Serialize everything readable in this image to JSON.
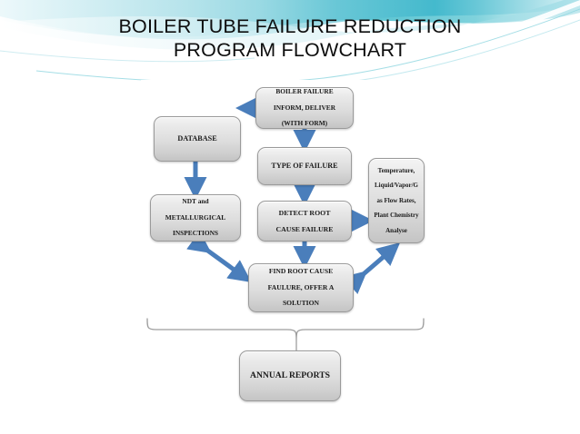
{
  "slide": {
    "title_line1": "BOILER TUBE FAILURE REDUCTION",
    "title_line2": "PROGRAM FLOWCHART",
    "background": "#ffffff",
    "accent_color": "#4a7ebb",
    "swoosh_colors": [
      "#5ec8d4",
      "#2ea3bd",
      "#a8dde6",
      "#d8f0f4"
    ],
    "box_fill": "#dcdcdc",
    "box_border": "#9a9a9a",
    "brace_color": "#9d9d9d"
  },
  "flowchart": {
    "nodes": [
      {
        "id": "boiler-failure",
        "lines": [
          "BOILER FAILURE",
          "INFORM, DELIVER",
          "(WITH FORM)"
        ]
      },
      {
        "id": "database",
        "lines": [
          "DATABASE"
        ]
      },
      {
        "id": "type-failure",
        "lines": [
          "TYPE OF FAILURE"
        ]
      },
      {
        "id": "params",
        "lines": [
          "Temperature,",
          "Liquid/Vapor/G",
          "as Flow Rates,",
          "Plant Chemistry",
          "Analyse"
        ]
      },
      {
        "id": "ndt",
        "lines": [
          "NDT and",
          "METALLURGICAL",
          "INSPECTIONS"
        ]
      },
      {
        "id": "detect",
        "lines": [
          "DETECT ROOT",
          "CAUSE FAILURE"
        ]
      },
      {
        "id": "find",
        "lines": [
          "FIND ROOT CAUSE",
          "FAULURE,  OFFER A",
          "SOLUTION"
        ]
      },
      {
        "id": "annual",
        "lines": [
          "ANNUAL REPORTS"
        ]
      }
    ],
    "edges": [
      {
        "from": "boiler-failure",
        "to": "database",
        "style": "single",
        "direction": "left"
      },
      {
        "from": "boiler-failure",
        "to": "type-failure",
        "style": "single",
        "direction": "down"
      },
      {
        "from": "database",
        "to": "ndt",
        "style": "single",
        "direction": "down"
      },
      {
        "from": "type-failure",
        "to": "detect",
        "style": "single",
        "direction": "down"
      },
      {
        "from": "detect",
        "to": "params",
        "style": "double",
        "direction": "horizontal"
      },
      {
        "from": "detect",
        "to": "find",
        "style": "single",
        "direction": "down"
      },
      {
        "from": "ndt",
        "to": "find",
        "style": "double",
        "direction": "diagonal"
      },
      {
        "from": "find",
        "to": "params",
        "style": "double",
        "direction": "diagonal"
      },
      {
        "from": "group",
        "to": "annual",
        "style": "brace",
        "direction": "down"
      }
    ]
  }
}
